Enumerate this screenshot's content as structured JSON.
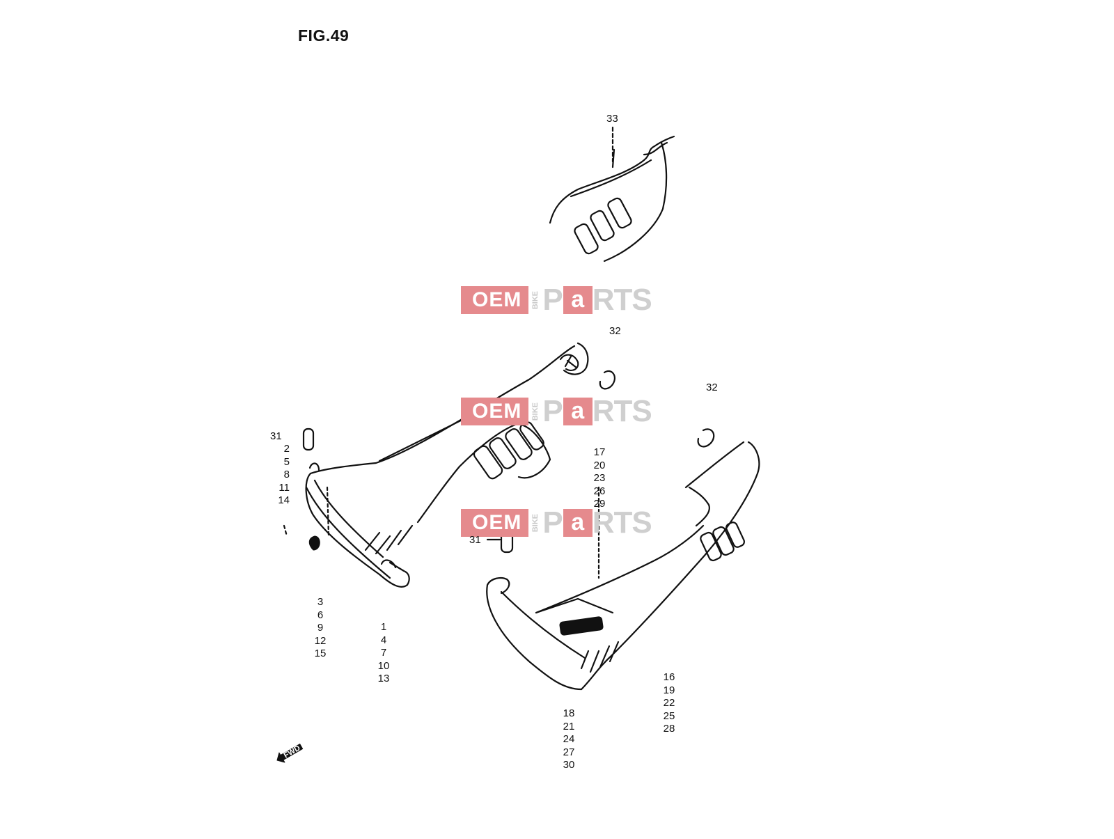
{
  "figure": {
    "title": "FIG.49"
  },
  "watermark": {
    "oem": "OEM",
    "bike": "BIKE",
    "p": "P",
    "a": "a",
    "rts": "RTS"
  },
  "callouts": {
    "c33": "33",
    "c32_top": "32",
    "c32_right": "32",
    "c31_left": "31",
    "group_left_upper": "2\n5\n8\n11\n14",
    "group_center": "17\n20\n23\n26\n29",
    "c31_center": "31",
    "group_left_lower": "3\n6\n9\n12\n15",
    "group_left_bottom": "1\n4\n7\n10\n13",
    "group_right": "16\n19\n22\n25\n28",
    "group_bottom": "18\n21\n24\n27\n30"
  },
  "fwd_marker": {
    "text": "FWD"
  }
}
